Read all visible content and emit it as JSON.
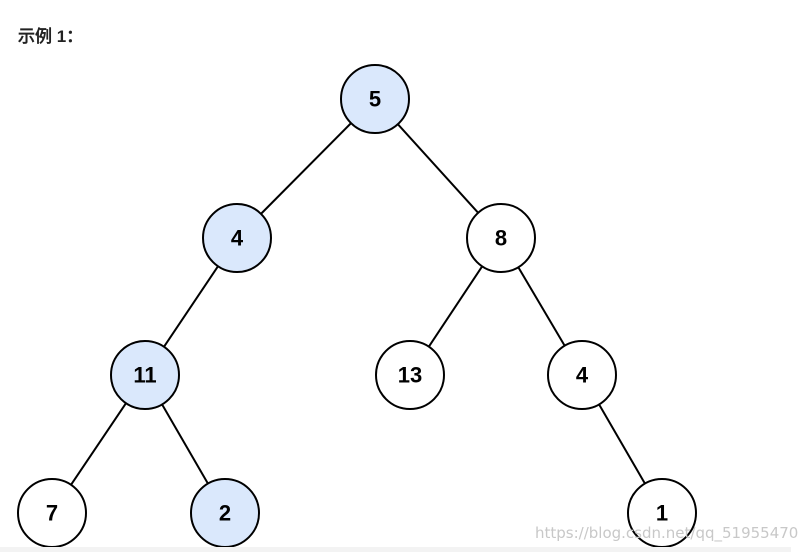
{
  "heading": "示例 1：",
  "watermark": "https://blog.csdn.net/qq_51955470",
  "colors": {
    "highlight_fill": "#dae8fc",
    "normal_fill": "#ffffff",
    "stroke": "#000000"
  },
  "tree": {
    "nodes": [
      {
        "id": "n5",
        "label": "5",
        "highlighted": true
      },
      {
        "id": "n4a",
        "label": "4",
        "highlighted": true
      },
      {
        "id": "n8",
        "label": "8",
        "highlighted": false
      },
      {
        "id": "n11",
        "label": "11",
        "highlighted": true
      },
      {
        "id": "n13",
        "label": "13",
        "highlighted": false
      },
      {
        "id": "n4b",
        "label": "4",
        "highlighted": false
      },
      {
        "id": "n7",
        "label": "7",
        "highlighted": false
      },
      {
        "id": "n2",
        "label": "2",
        "highlighted": true
      },
      {
        "id": "n1",
        "label": "1",
        "highlighted": false
      }
    ],
    "edges": [
      {
        "from": "n5",
        "to": "n4a"
      },
      {
        "from": "n5",
        "to": "n8"
      },
      {
        "from": "n4a",
        "to": "n11"
      },
      {
        "from": "n8",
        "to": "n13"
      },
      {
        "from": "n8",
        "to": "n4b"
      },
      {
        "from": "n11",
        "to": "n7"
      },
      {
        "from": "n11",
        "to": "n2"
      },
      {
        "from": "n4b",
        "to": "n1"
      }
    ]
  }
}
